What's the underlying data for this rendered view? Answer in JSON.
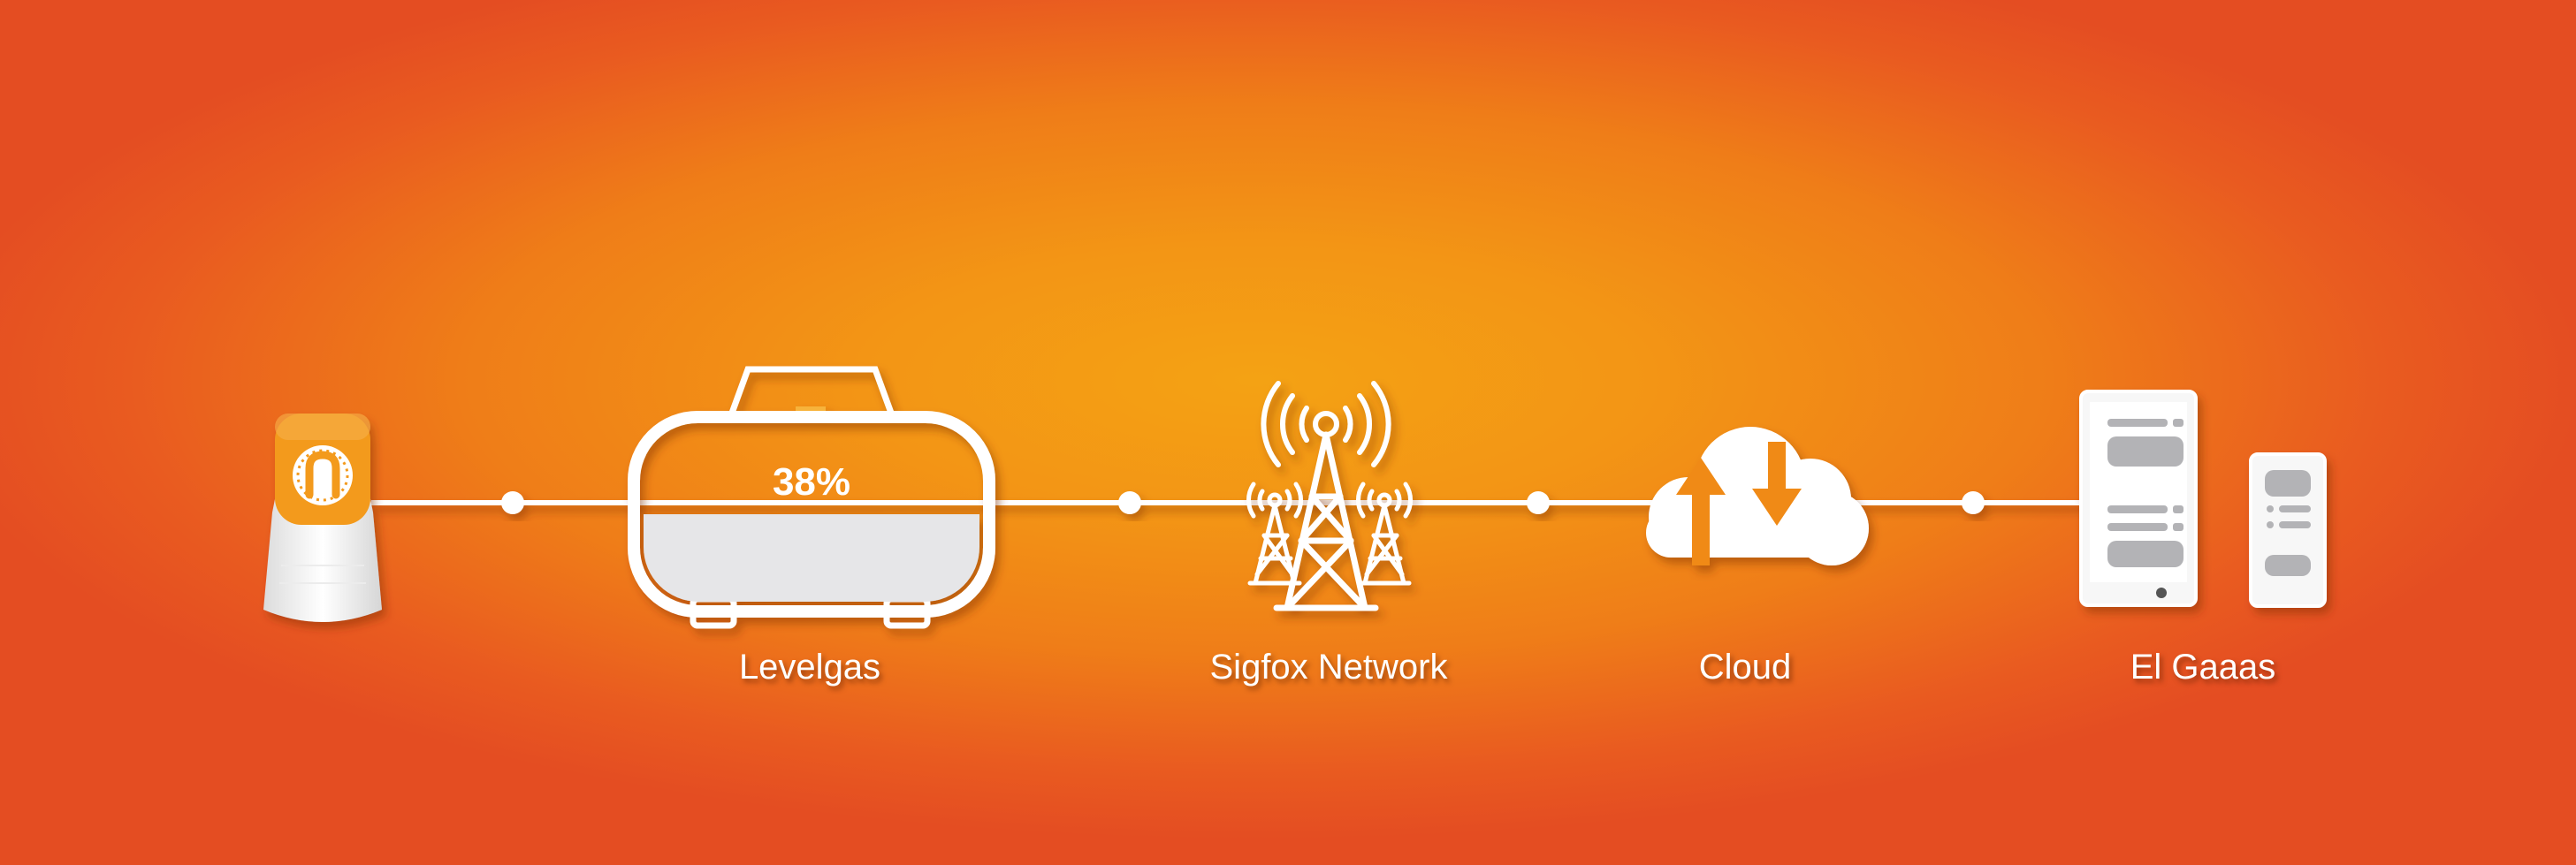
{
  "tank": {
    "fill_percent": 38,
    "fill_text": "38%"
  },
  "nodes": [
    {
      "label": ""
    },
    {
      "label": "Levelgas"
    },
    {
      "label": "Sigfox Network"
    },
    {
      "label": "Cloud"
    },
    {
      "label": "El Gaaas"
    }
  ],
  "colors": {
    "background_center": "#f4a214",
    "background_edge": "#e44d22",
    "device_accent": "#f39a1e",
    "icon_white": "#ffffff",
    "panel_gray": "#b3b3b6",
    "tank_liquid": "#e6e6e8"
  }
}
